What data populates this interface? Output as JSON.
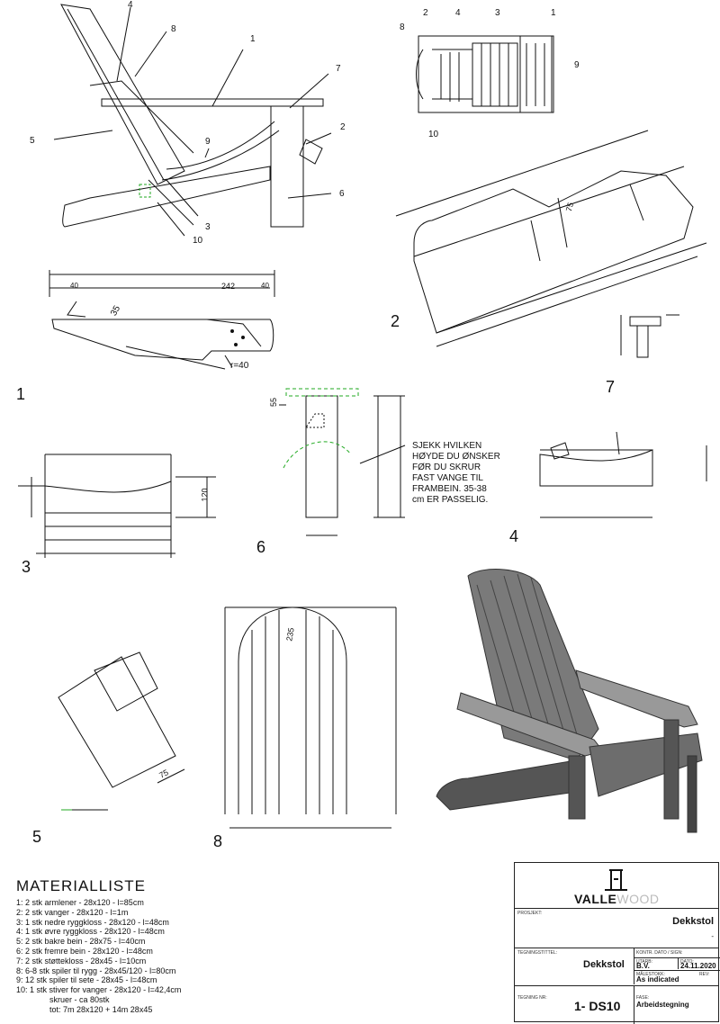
{
  "view_numbers": [
    "1",
    "2",
    "3",
    "4",
    "5",
    "6",
    "7",
    "8"
  ],
  "callouts": {
    "v1": [
      "4",
      "8",
      "1",
      "7",
      "5",
      "9",
      "2",
      "6",
      "3",
      "10"
    ],
    "v2top": [
      "2",
      "4",
      "3",
      "1",
      "8",
      "9",
      "10"
    ]
  },
  "dims": {
    "top_row": [
      "40",
      "242",
      "40"
    ],
    "r35": "35",
    "r40": "r=40",
    "v2_75": "75",
    "v3_120": "120",
    "v6_55": "55",
    "v5_75": "75",
    "v8_235": "235"
  },
  "note": [
    "SJEKK HVILKEN",
    "HØYDE DU ØNSKER",
    "FØR DU SKRUR",
    "FAST VANGE TIL",
    "FRAMBEIN. 35-38",
    "cm ER PASSELIG."
  ],
  "materials": {
    "title": "MATERIALLISTE",
    "items": [
      "1: 2 stk armlener - 28x120 - l=85cm",
      "2: 2 stk vanger - 28x120 - l=1m",
      "3: 1 stk nedre ryggkloss - 28x120 - l=48cm",
      "4: 1 stk øvre ryggkloss - 28x120 - l=48cm",
      "5: 2 stk bakre bein - 28x75 - l=40cm",
      "6: 2 stk fremre bein - 28x120 - l=48cm",
      "7: 2 stk støttekloss - 28x45 - l=10cm",
      "8: 6-8 stk spiler til rygg - 28x45/120 - l=80cm",
      "9: 12 stk spiler til sete - 28x45 - l=48cm",
      "10: 1 stk stiver for vanger - 28x120 - l=42,4cm"
    ],
    "screws": "skruer - ca 80stk",
    "total": "tot: 7m 28x120 + 14m 28x45"
  },
  "title_block": {
    "logo_main": "VALLE",
    "logo_faded": "WOOD",
    "prosjekt_label": "PROSJEKT:",
    "prosjekt_value": "Dekkstol",
    "dash": "-",
    "tegningstittel_label": "TEGNINGSTITTEL:",
    "tegningstittel_value": "Dekkstol",
    "kontr_label": "KONTR. DATO / SIGN:",
    "utarb_label": "UTARB:",
    "utarb_value": "B.V.",
    "dato_label": "DATO:",
    "dato_value": "24.11.2020",
    "malestokk_label": "MÅLESTOKK:",
    "malestokk_value": "As indicated",
    "rev_label": "REV:",
    "tegning_nr_label": "TEGNING NR:",
    "tegning_nr_value": "1- DS10",
    "fase_label": "FASE:",
    "fase_value": "Arbeidstegning"
  }
}
